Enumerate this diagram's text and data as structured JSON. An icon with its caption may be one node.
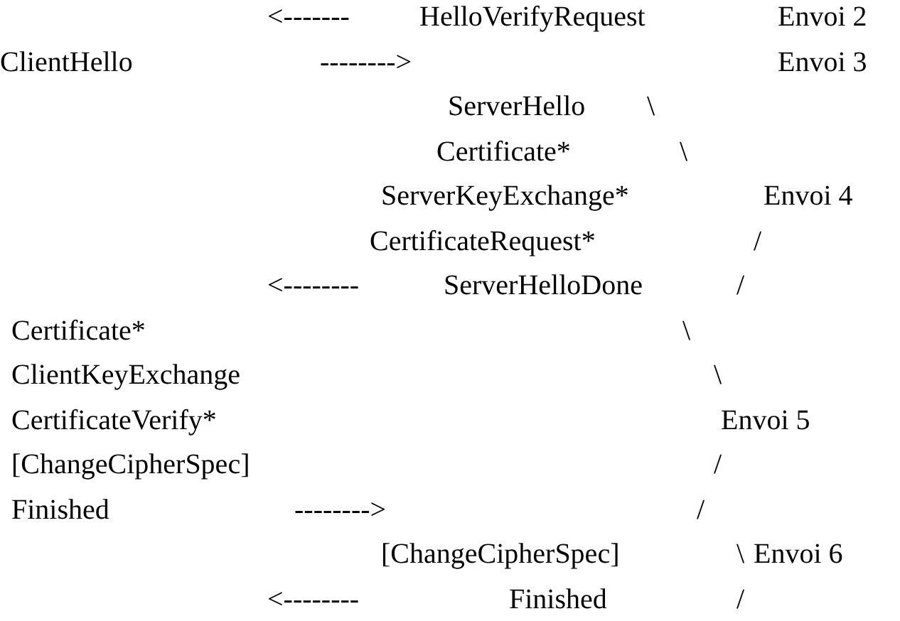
{
  "diagram": {
    "labels": [
      "<-------",
      "HelloVerifyRequest",
      "Envoi 2",
      "ClientHello",
      "-------->",
      "Envoi 3",
      "ServerHello",
      "\\",
      "Certificate*",
      "\\",
      "ServerKeyExchange*",
      "Envoi 4",
      "CertificateRequest*",
      "/",
      "<--------",
      "ServerHelloDone",
      "/",
      "Certificate*",
      "\\",
      "ClientKeyExchange",
      "\\",
      "CertificateVerify*",
      "Envoi 5",
      "[ChangeCipherSpec]",
      "/",
      "Finished",
      "-------->",
      "/",
      "[ChangeCipherSpec]",
      "\\",
      "Envoi 6",
      "<--------",
      "Finished",
      "/"
    ]
  }
}
